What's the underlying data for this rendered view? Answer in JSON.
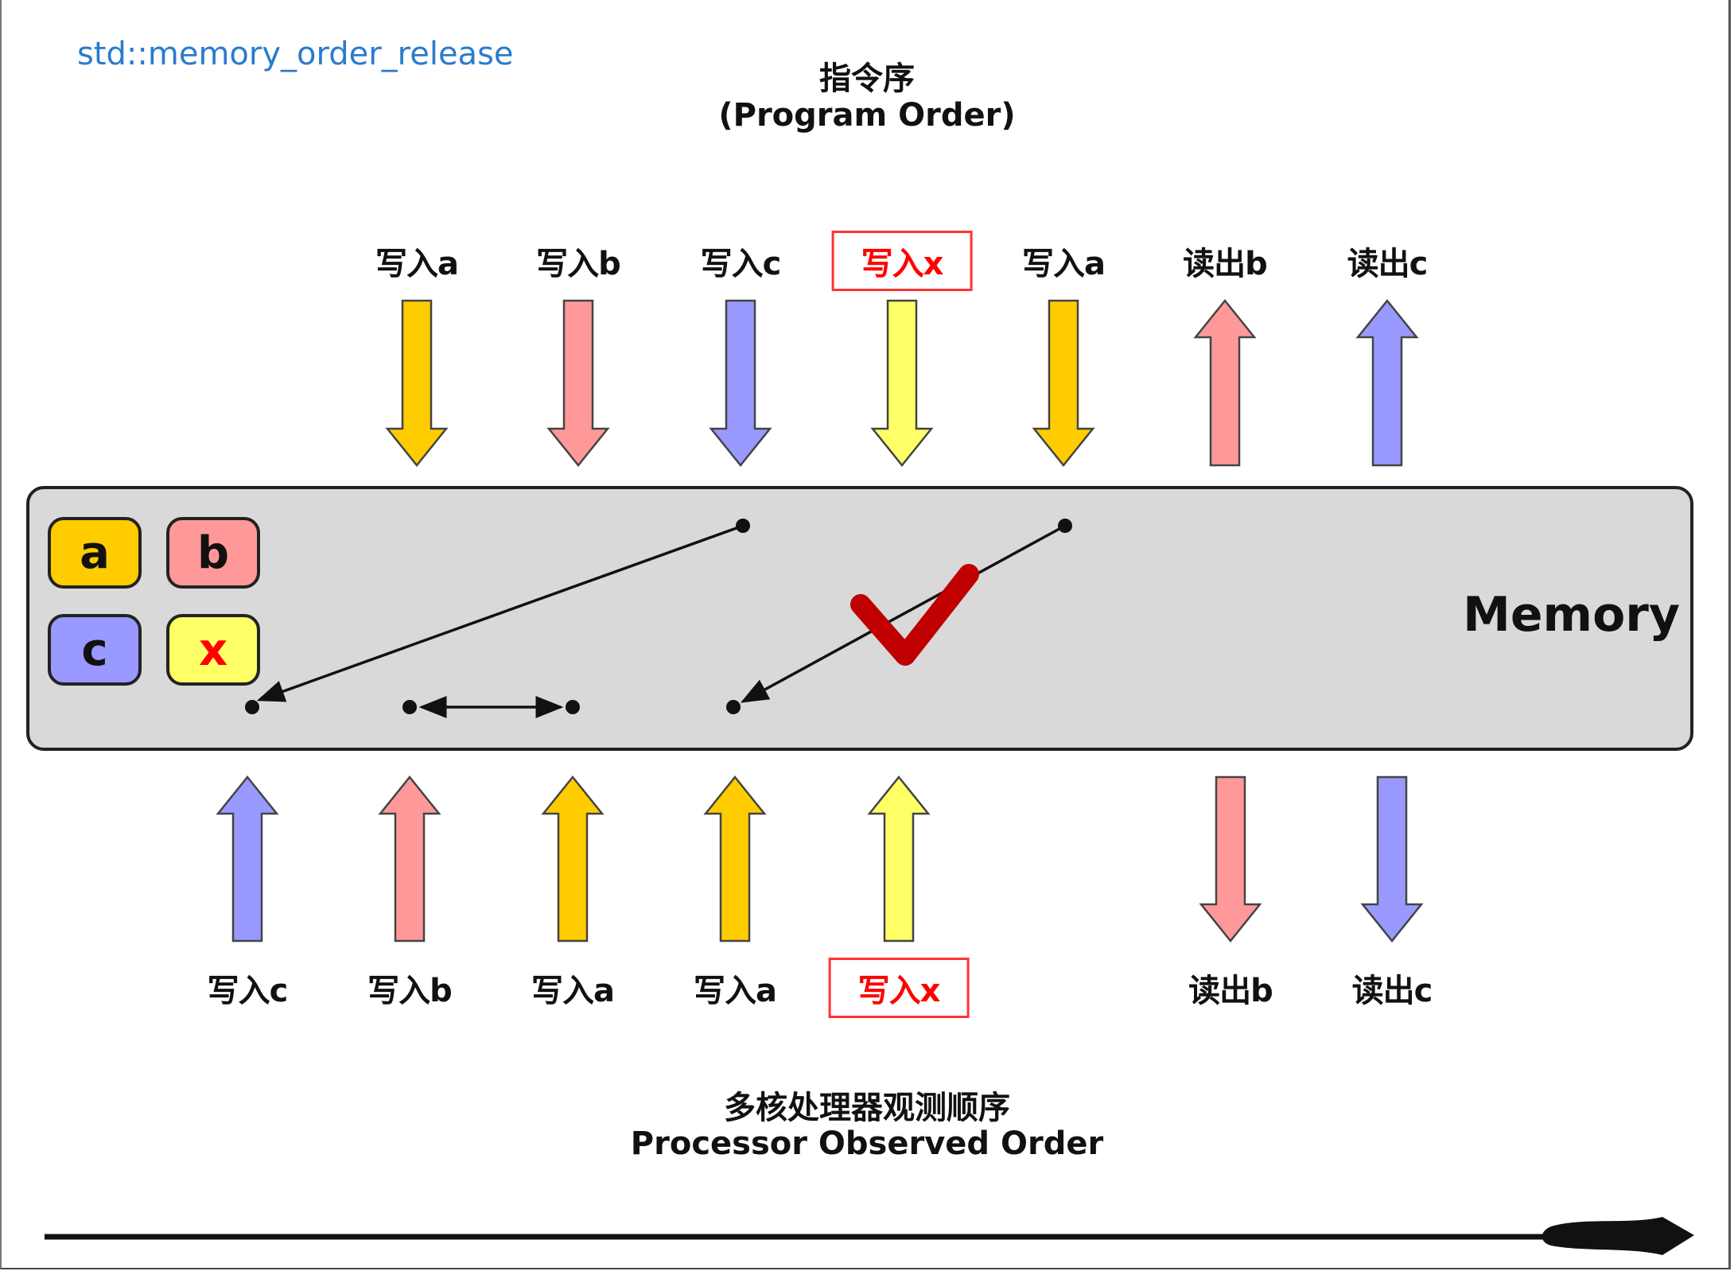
{
  "title_tag": "std::memory_order_release",
  "program_order": {
    "title_cn": "指令序",
    "title_en": "(Program Order)",
    "ops": [
      {
        "label": "写入a",
        "dir": "down",
        "color": "#ffcc00",
        "boxed": false
      },
      {
        "label": "写入b",
        "dir": "down",
        "color": "#ff9999",
        "boxed": false
      },
      {
        "label": "写入c",
        "dir": "down",
        "color": "#9999ff",
        "boxed": false
      },
      {
        "label": "写入x",
        "dir": "down",
        "color": "#ffff66",
        "boxed": true
      },
      {
        "label": "写入a",
        "dir": "down",
        "color": "#ffcc00",
        "boxed": false
      },
      {
        "label": "读出b",
        "dir": "up",
        "color": "#ff9999",
        "boxed": false
      },
      {
        "label": "读出c",
        "dir": "up",
        "color": "#9999ff",
        "boxed": false
      }
    ]
  },
  "memory": {
    "label": "Memory",
    "variables": [
      {
        "name": "a",
        "color": "#ffcc00",
        "text_color": "#111111"
      },
      {
        "name": "b",
        "color": "#ff9999",
        "text_color": "#111111"
      },
      {
        "name": "c",
        "color": "#9999ff",
        "text_color": "#111111"
      },
      {
        "name": "x",
        "color": "#ffff66",
        "text_color": "#ff0000"
      }
    ],
    "check_color": "#c00000"
  },
  "observed_order": {
    "title_cn": "多核处理器观测顺序",
    "title_en": "Processor Observed Order",
    "ops": [
      {
        "label": "写入c",
        "dir": "up",
        "color": "#9999ff",
        "boxed": false
      },
      {
        "label": "写入b",
        "dir": "up",
        "color": "#ff9999",
        "boxed": false
      },
      {
        "label": "写入a",
        "dir": "up",
        "color": "#ffcc00",
        "boxed": false
      },
      {
        "label": "写入a",
        "dir": "up",
        "color": "#ffcc00",
        "boxed": false
      },
      {
        "label": "写入x",
        "dir": "up",
        "color": "#ffff66",
        "boxed": true
      },
      {
        "label": "读出b",
        "dir": "down",
        "color": "#ff9999",
        "boxed": false
      },
      {
        "label": "读出c",
        "dir": "down",
        "color": "#9999ff",
        "boxed": false
      }
    ]
  }
}
